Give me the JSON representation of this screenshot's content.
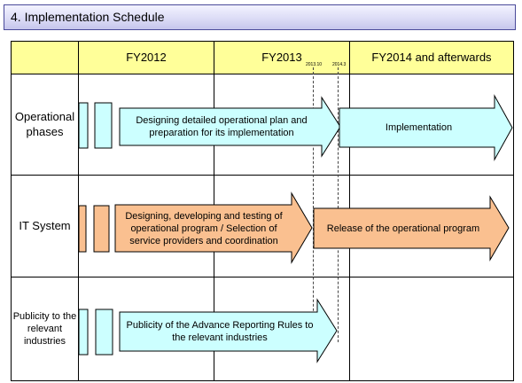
{
  "title": "4. Implementation Schedule",
  "columns": [
    "FY2012",
    "FY2013",
    "FY2014 and afterwards"
  ],
  "milestones": [
    "2013.10",
    "2014.3"
  ],
  "rows": [
    {
      "label": "Operational phases",
      "arrow1_text": "Designing detailed operational plan and preparation for its implementation",
      "arrow2_text": "Implementation"
    },
    {
      "label": "IT System",
      "arrow1_text": "Designing, developing and testing of operational program / Selection of service providers and coordination",
      "arrow2_text": "Release of the operational program"
    },
    {
      "label": "Publicity to the relevant industries",
      "arrow1_text": "Publicity of the Advance Reporting Rules to the relevant industries"
    }
  ],
  "colors": {
    "header_fill": "#ffff99",
    "cyan_fill": "#ccffff",
    "orange_fill": "#fac090",
    "title_border": "#4a4a9a"
  }
}
